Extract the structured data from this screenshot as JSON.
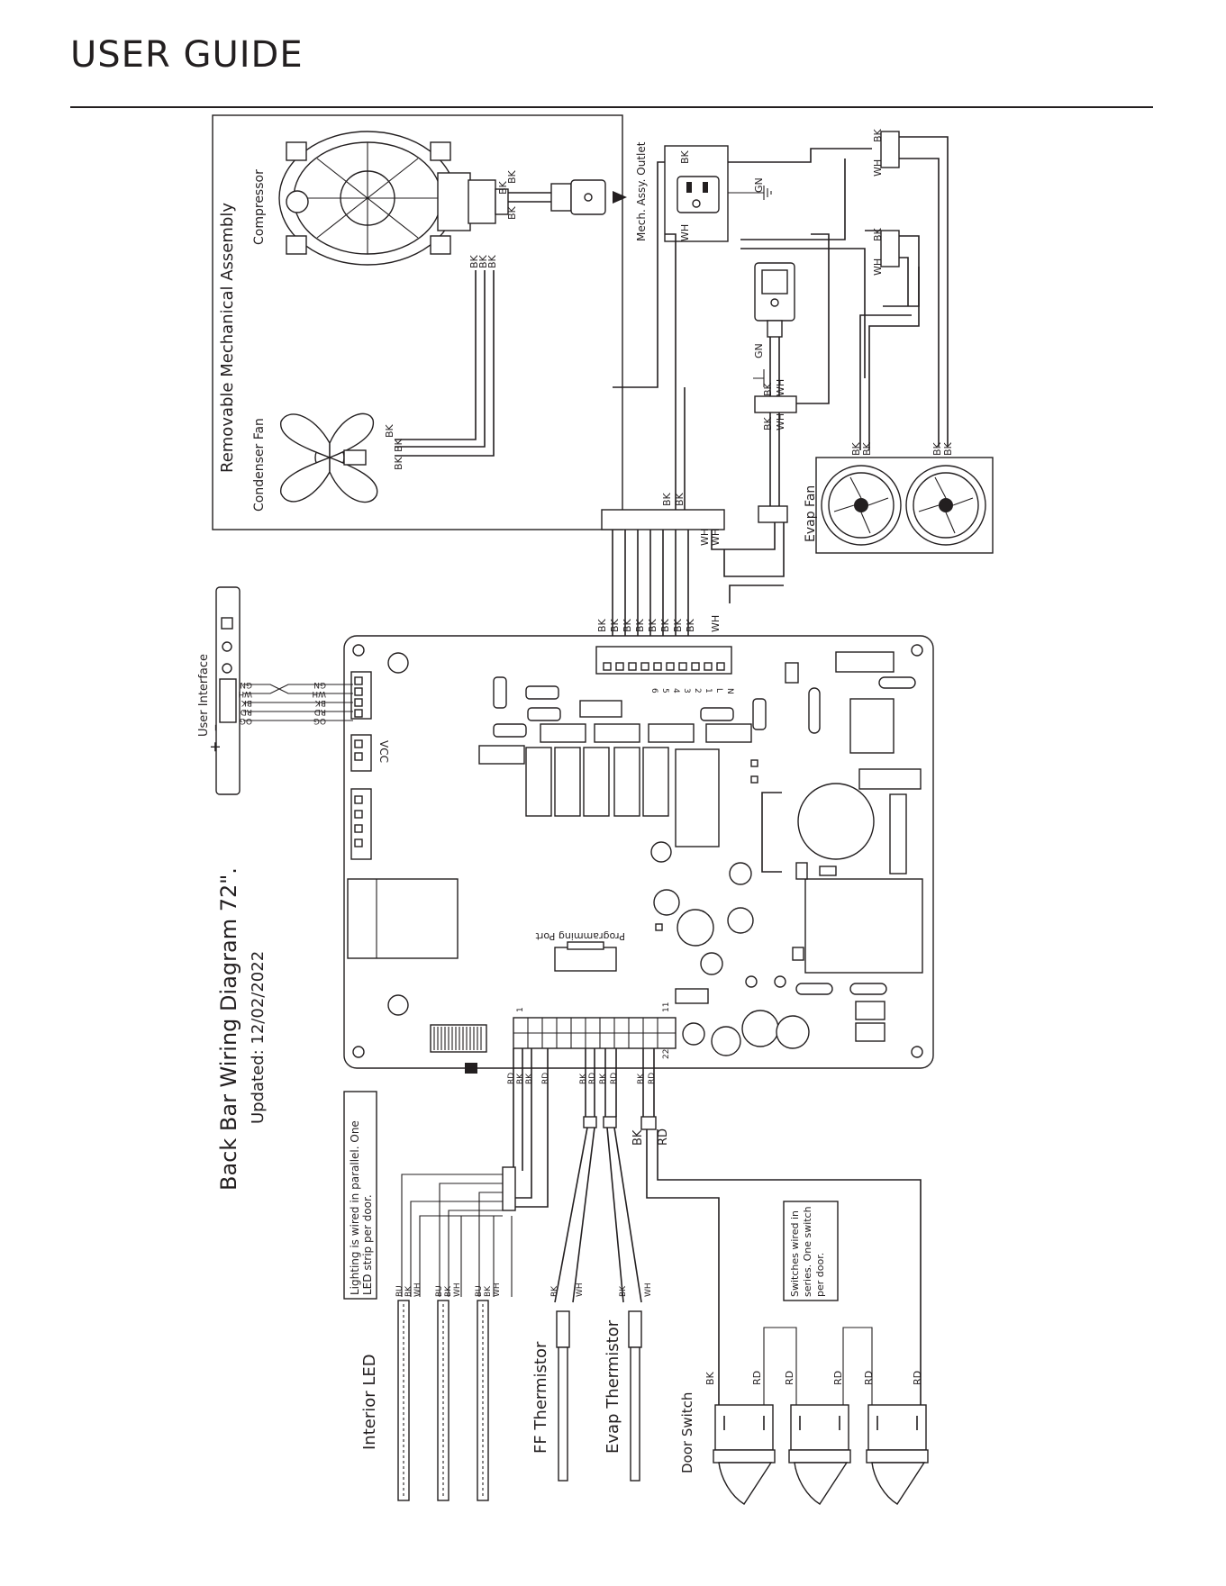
{
  "header": {
    "title": "USER GUIDE"
  },
  "diagram": {
    "title": "Back Bar Wiring Diagram 72\".",
    "updated": "Updated: 12/02/2022",
    "mechanical_assembly": "Removable Mechanical Assembly",
    "compressor": "Compressor",
    "condenser_fan": "Condenser Fan",
    "outlet": "Mech. Assy. Outlet",
    "evap_fan": "Evap Fan",
    "user_interface": "User Interface",
    "ui_plus": "+",
    "ui_minus": "–",
    "vcc": "VCC",
    "programming_port": "Programming Port",
    "interior_led": "Interior LED",
    "ff_thermistor": "FF Thermistor",
    "evap_thermistor": "Evap Thermistor",
    "door_switch": "Door Switch",
    "lighting_note_1": "Lighting is  wired in parallel. One",
    "lighting_note_2": "LED strip per door.",
    "switch_note_1": "Switches wired in",
    "switch_note_2": "series. One switch",
    "switch_note_3": "per door.",
    "pin_1": "1",
    "pin_11": "11",
    "pin_22": "22",
    "pins_top": [
      "6",
      "5",
      "4",
      "3",
      "2",
      "1",
      "L",
      "N"
    ],
    "ui_wires": [
      "GN",
      "WH",
      "BK",
      "RD",
      "OG"
    ],
    "ui_wires_board": [
      "GN",
      "WH",
      "BK",
      "RD",
      "OG"
    ]
  },
  "wire_codes": {
    "bk": "BK",
    "wh": "WH",
    "rd": "RD",
    "gn": "GN",
    "bu": "BU"
  }
}
